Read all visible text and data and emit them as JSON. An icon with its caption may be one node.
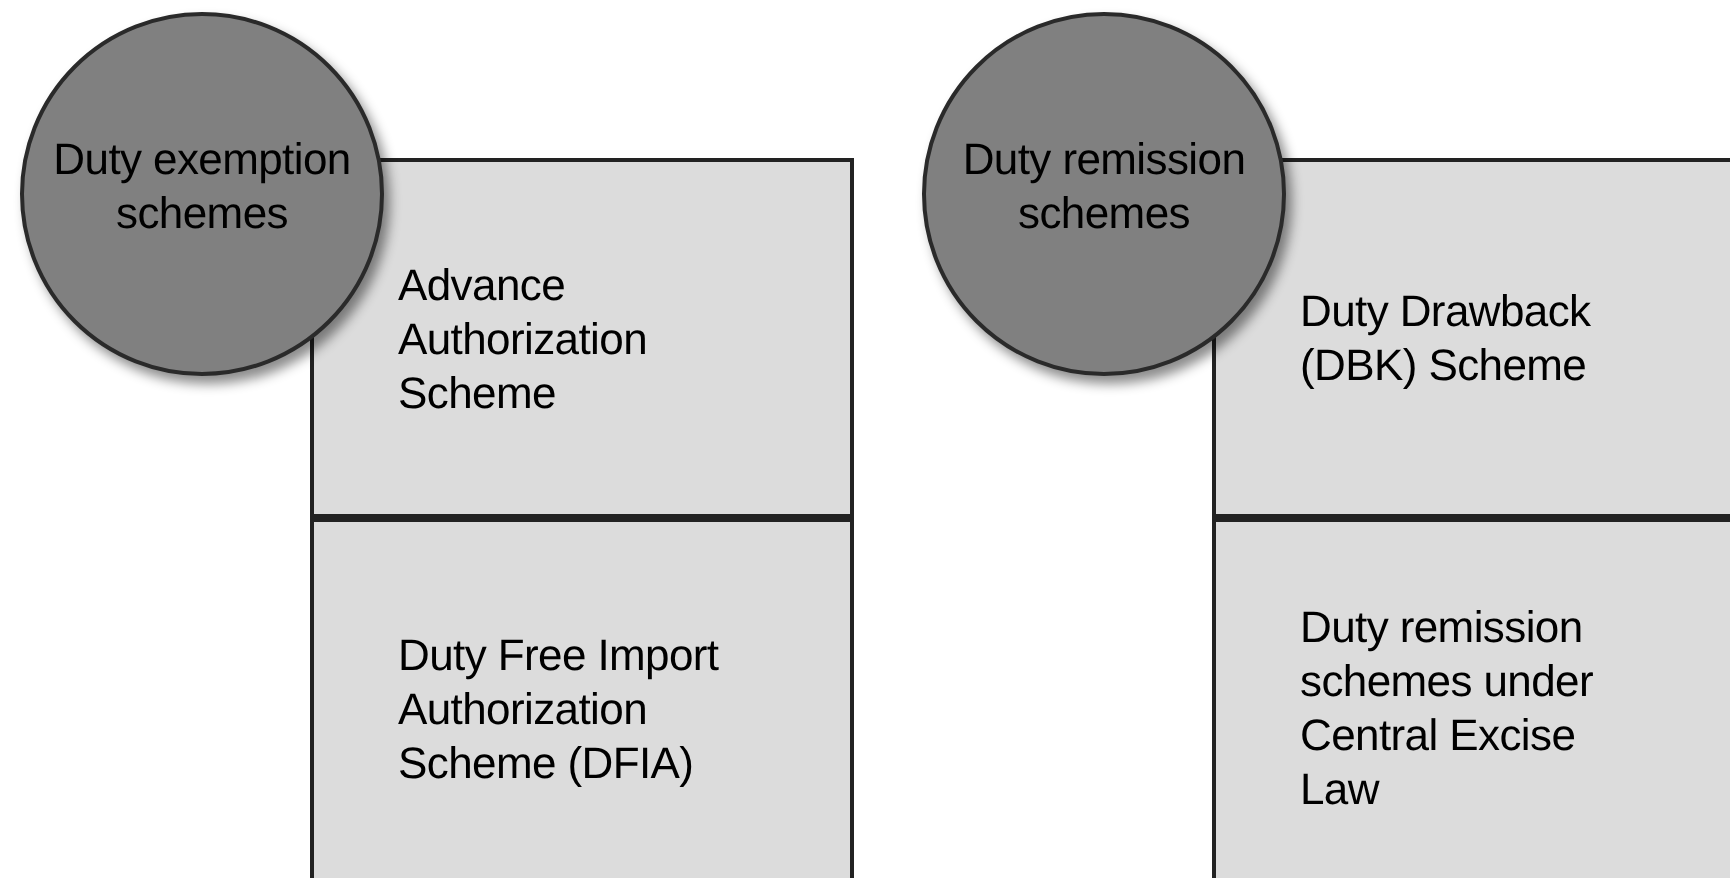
{
  "diagram": {
    "nodes": [
      {
        "text": [
          "Duty exemption schemes"
        ]
      },
      {
        "text": [
          "Advance Authorization Scheme"
        ]
      },
      {
        "text": [
          "Duty Free Import Authorization Scheme (DFIA)"
        ]
      },
      {
        "text": [
          "Duty remission schemes"
        ]
      },
      {
        "text": [
          "Duty Drawback (DBK) Scheme"
        ]
      },
      {
        "text": [
          "Duty remission schemes under Central Excise Law"
        ]
      }
    ],
    "edges": []
  }
}
